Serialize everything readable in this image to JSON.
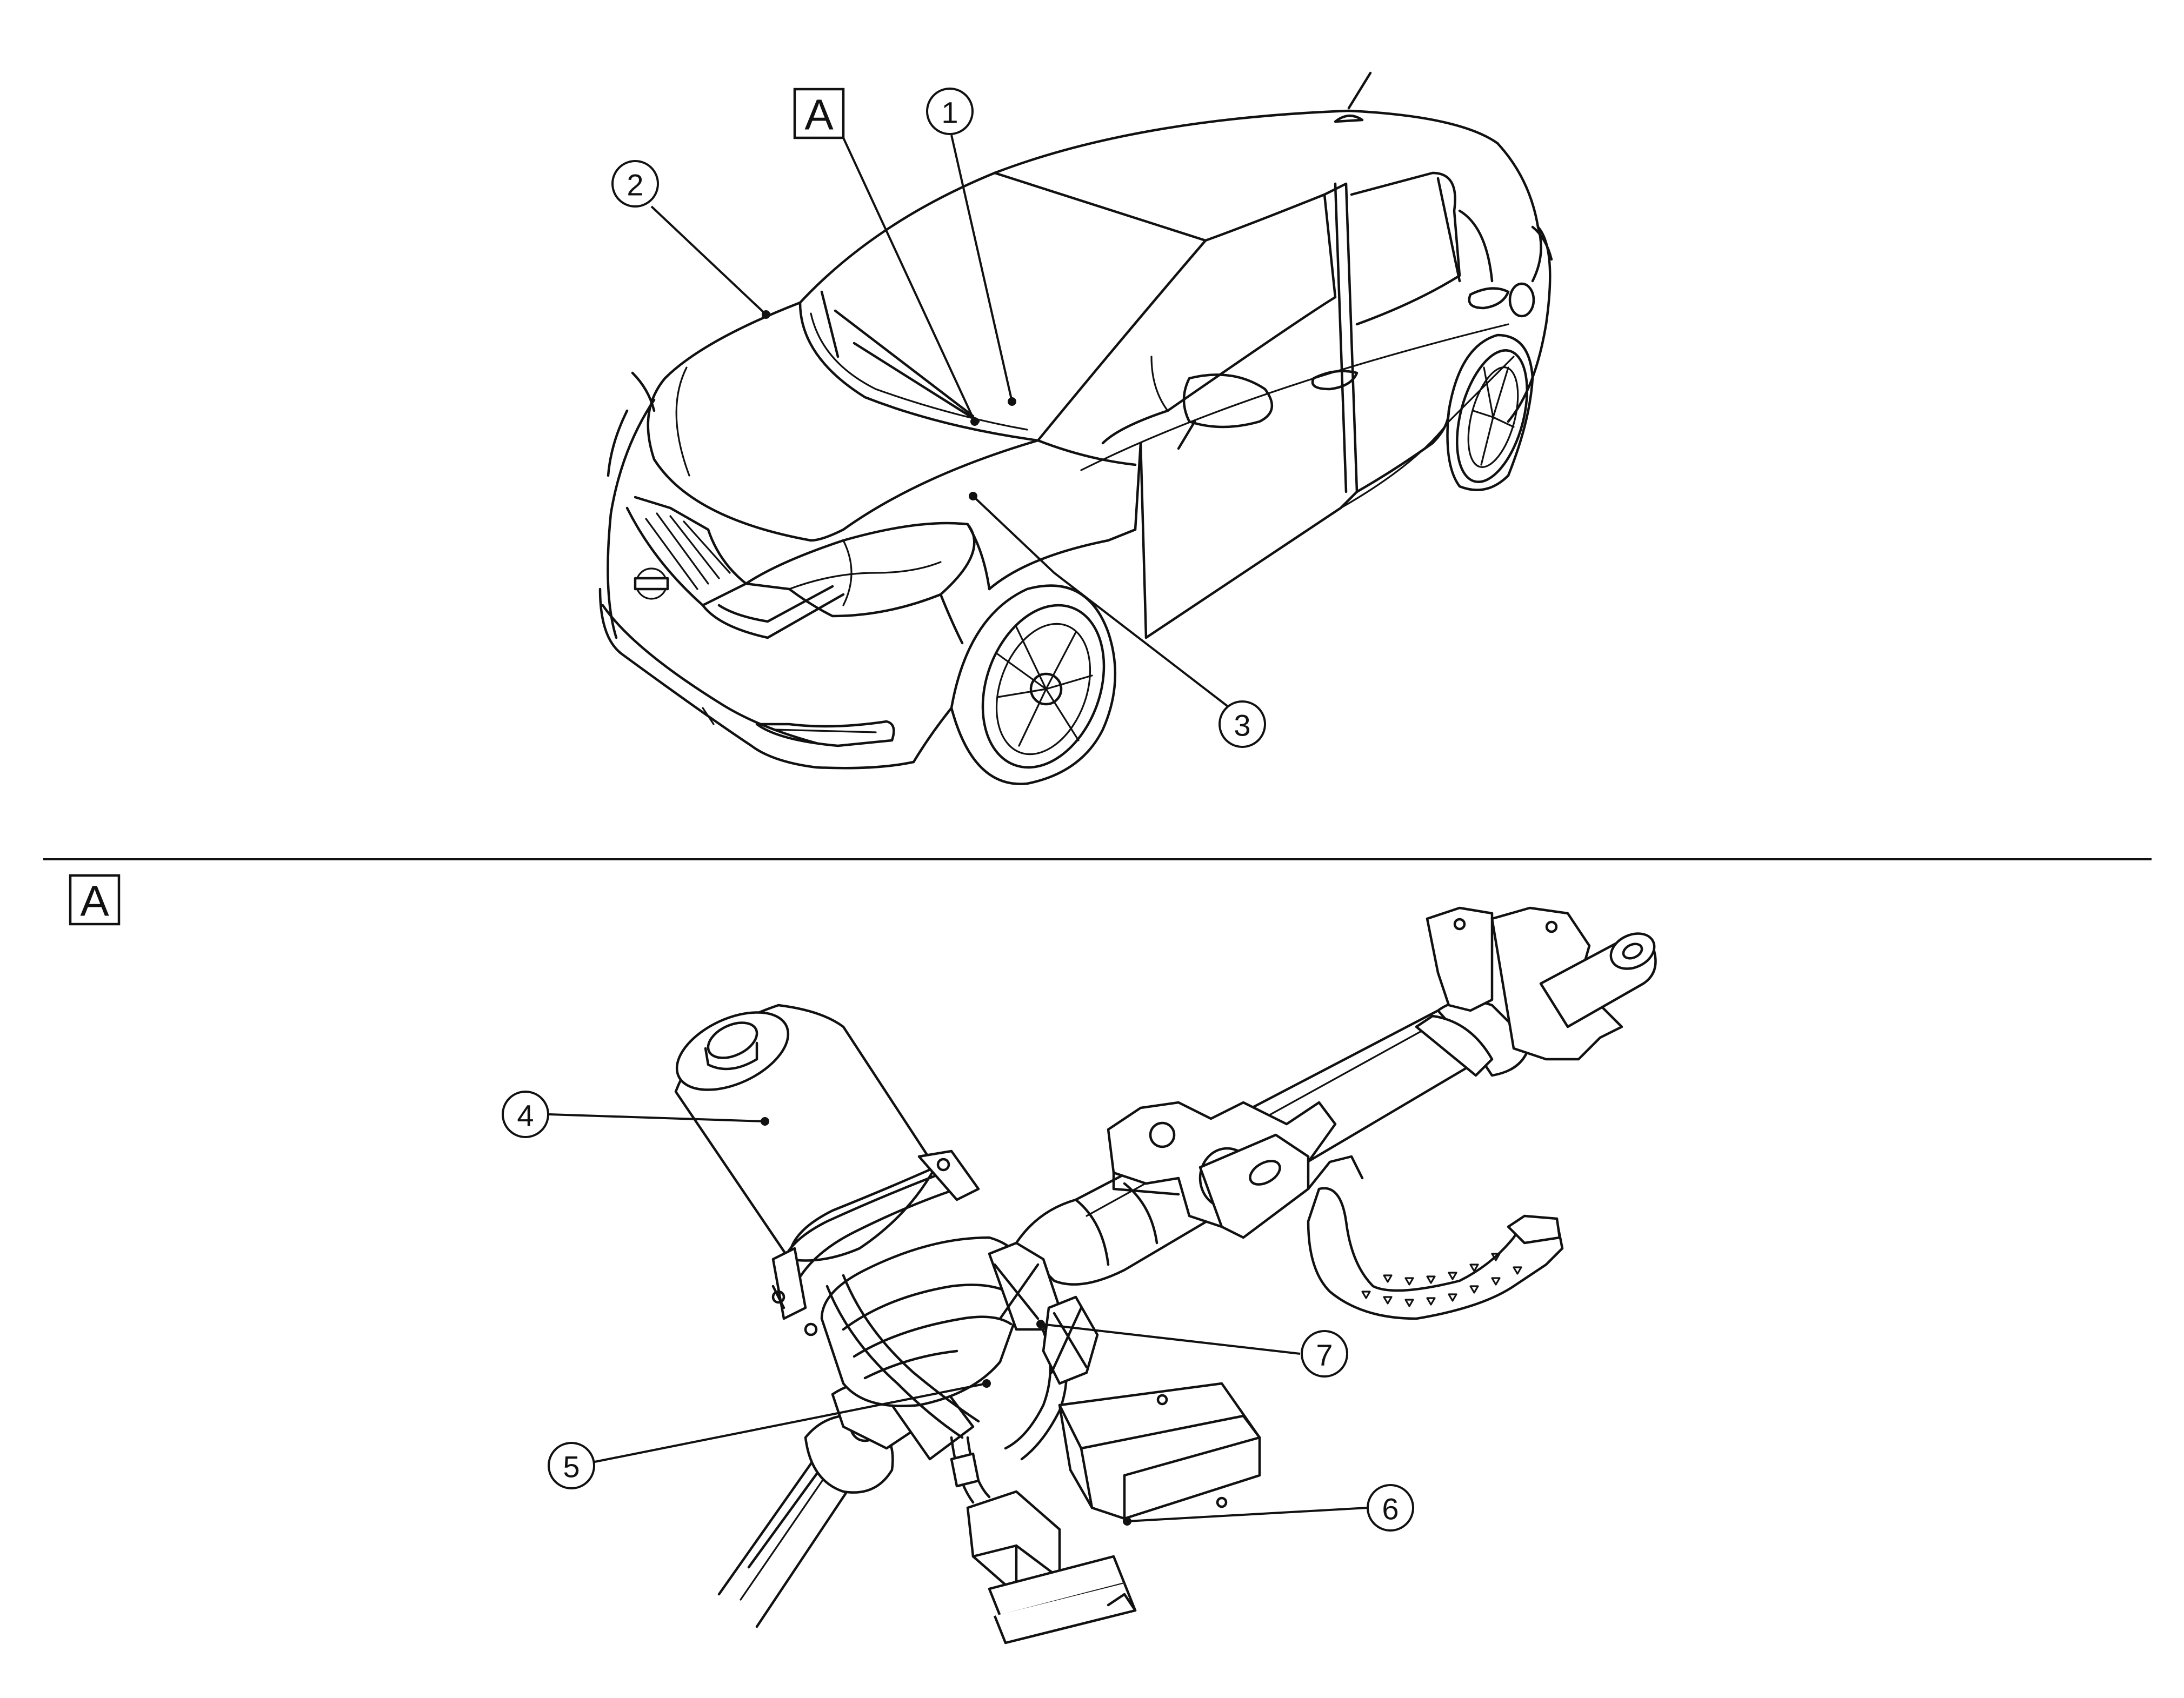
{
  "diagram": {
    "top_view_marker": "A",
    "detail_view_marker": "A",
    "callouts": [
      {
        "id": "1",
        "label": "1"
      },
      {
        "id": "2",
        "label": "2"
      },
      {
        "id": "3",
        "label": "3"
      },
      {
        "id": "4",
        "label": "4"
      },
      {
        "id": "5",
        "label": "5"
      },
      {
        "id": "6",
        "label": "6"
      },
      {
        "id": "7",
        "label": "7"
      }
    ],
    "colors": {
      "line": "#111111",
      "background": "#ffffff"
    }
  }
}
